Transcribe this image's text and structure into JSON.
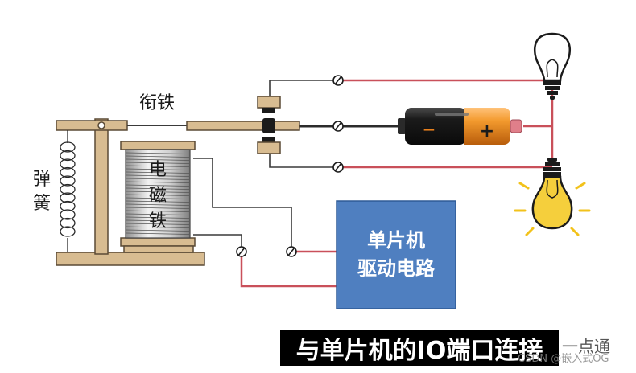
{
  "labels": {
    "armature": "衔铁",
    "spring": [
      "弹",
      "簧"
    ],
    "electromagnet": [
      "电",
      "磁",
      "铁"
    ],
    "driver": [
      "单片机",
      "驱动电路"
    ],
    "battery_minus": "−",
    "battery_plus": "+"
  },
  "caption": {
    "text": "与单片机的IO端口连接",
    "trailing": "一点通"
  },
  "watermark": "CSDN @嵌入式OG",
  "colors": {
    "wood": "#d8bc91",
    "wood_stroke": "#5a4a35",
    "wire_red": "#c9505a",
    "wire_black": "#2b2b2b",
    "driver_box": "#4f7fc0",
    "bulb_on": "#f5cf3c",
    "ray": "#f2c21b",
    "battery_body": "#1b1b1b",
    "battery_orange": "#e8801d",
    "caption_bg": "#000000",
    "caption_fg": "#ffffff"
  }
}
